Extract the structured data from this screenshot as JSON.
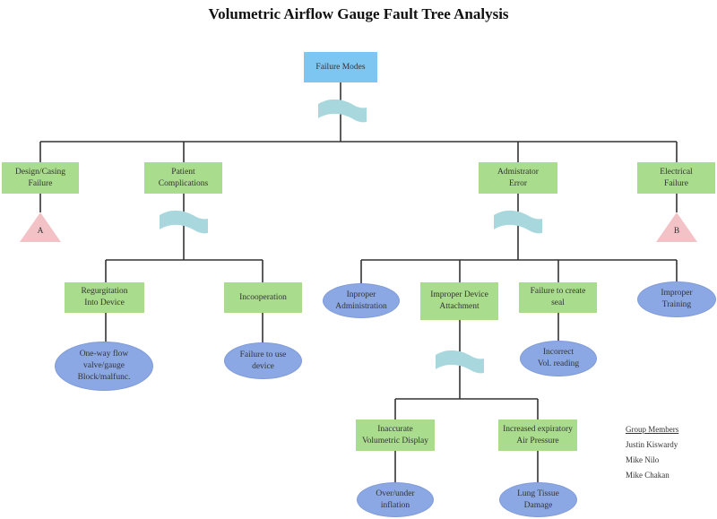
{
  "title": "Volumetric Airflow Gauge Fault Tree Analysis",
  "root": "Failure Modes",
  "level1": {
    "design": "Design/Casing\nFailure",
    "patient": "Patient\nComplications",
    "admin": "Admistrator\nError",
    "electrical": "Electrical\nFailure"
  },
  "transfers": {
    "a": "A",
    "b": "B"
  },
  "patient_children": {
    "regurgitation": "Regurgitation\nInto Device",
    "incooperation": "Incooperation"
  },
  "patient_leaves": {
    "oneway": "One-way flow\nvalve/gauge\nBlock/malfunc.",
    "failure_use": "Failure to use\ndevice"
  },
  "admin_children": {
    "inproper": "Inproper\nAdministration",
    "attachment": "Improper Device\nAttachment",
    "seal": "Failure to create\nseal",
    "training": "Improper\nTraining"
  },
  "admin_leaves": {
    "incorrect": "Incorrect\nVol. reading"
  },
  "attachment_children": {
    "inaccurate": "Inaccurate\nVolumetric Display",
    "increased": "Increased expiratory\nAir Pressure"
  },
  "attachment_leaves": {
    "overunder": "Over/under\ninflation",
    "lung": "Lung Tissue\nDamage"
  },
  "group": {
    "header": "Group Members",
    "members": [
      "Justin Kiswardy",
      "Mike Nilo",
      "Mike Chakan"
    ]
  },
  "colors": {
    "root_fill": "#7cc6f1",
    "event_fill": "#a9dc8c",
    "basic_fill": "#8ba8e4",
    "gate_fill": "#a8d8de",
    "transfer_fill": "#f3c2c6",
    "line": "#333333"
  }
}
